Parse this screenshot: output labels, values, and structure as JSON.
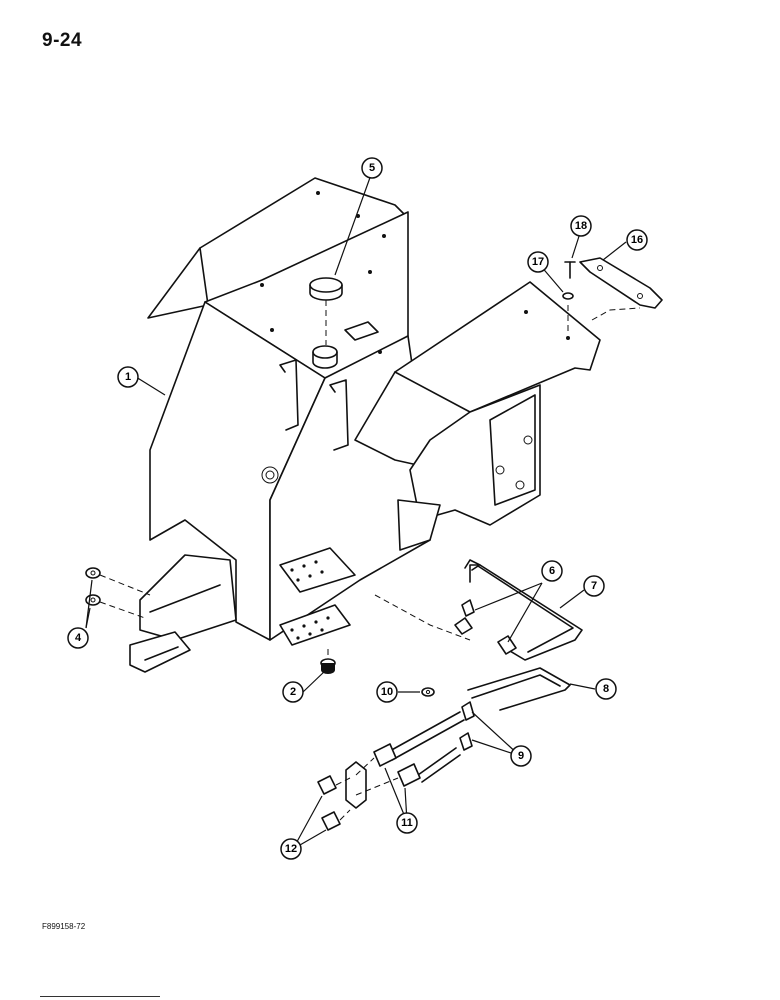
{
  "page": {
    "number": "9-24",
    "figure_code": "F899158-72"
  },
  "callouts": [
    {
      "id": "c1",
      "label": "1"
    },
    {
      "id": "c2",
      "label": "2"
    },
    {
      "id": "c4",
      "label": "4"
    },
    {
      "id": "c5",
      "label": "5"
    },
    {
      "id": "c6",
      "label": "6"
    },
    {
      "id": "c7",
      "label": "7"
    },
    {
      "id": "c8",
      "label": "8"
    },
    {
      "id": "c9",
      "label": "9"
    },
    {
      "id": "c10",
      "label": "10"
    },
    {
      "id": "c11",
      "label": "11"
    },
    {
      "id": "c12",
      "label": "12"
    },
    {
      "id": "c16",
      "label": "16"
    },
    {
      "id": "c17",
      "label": "17"
    },
    {
      "id": "c18",
      "label": "18"
    }
  ]
}
